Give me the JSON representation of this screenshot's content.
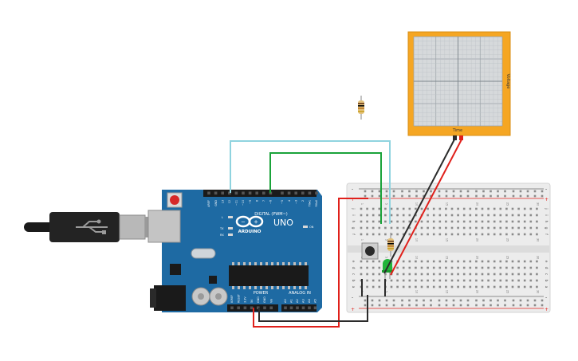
{
  "arduino": {
    "brand": "ARDUINO",
    "model": "UNO",
    "digital_label": "DIGITAL (PWM~)",
    "power_label": "POWER",
    "analog_label": "ANALOG IN",
    "top_pins": [
      "AREF",
      "GND",
      "13",
      "12",
      "~11",
      "~10",
      "~9",
      "8",
      "7",
      "~6",
      "~5",
      "4",
      "~3",
      "2",
      "TX▸1",
      "RX◂0"
    ],
    "power_pins": [
      "IOREF",
      "RESET",
      "3.3V",
      "5V",
      "GND",
      "GND",
      "Vin"
    ],
    "analog_pins": [
      "A0",
      "A1",
      "A2",
      "A3",
      "A4",
      "A5"
    ],
    "led_labels": {
      "l": "L",
      "tx": "TX",
      "rx": "RX",
      "on": "ON"
    }
  },
  "oscilloscope": {
    "x_label": "Time",
    "y_label": "Voltage"
  },
  "breadboard": {
    "row_letters_top": [
      "j",
      "i",
      "h",
      "g",
      "f"
    ],
    "row_letters_bottom": [
      "e",
      "d",
      "c",
      "b",
      "a"
    ],
    "rail_plus": "+",
    "rail_minus": "-",
    "column_numbers": [
      "1",
      "",
      "",
      "",
      "5",
      "",
      "",
      "",
      "",
      "10",
      "",
      "",
      "",
      "",
      "15",
      "",
      "",
      "",
      "",
      "20",
      "",
      "",
      "",
      "",
      "25",
      "",
      "",
      "",
      "",
      "30"
    ]
  },
  "colors": {
    "board": "#1e6aa3",
    "board_dark": "#154f7c",
    "scope_frame": "#f5a623",
    "scope_screen": "#d6d9db",
    "wire_cyan": "#8fd3df",
    "wire_green": "#1aa33a",
    "wire_red": "#e0201b",
    "wire_black": "#2b2b2b",
    "breadboard": "#ececec"
  }
}
